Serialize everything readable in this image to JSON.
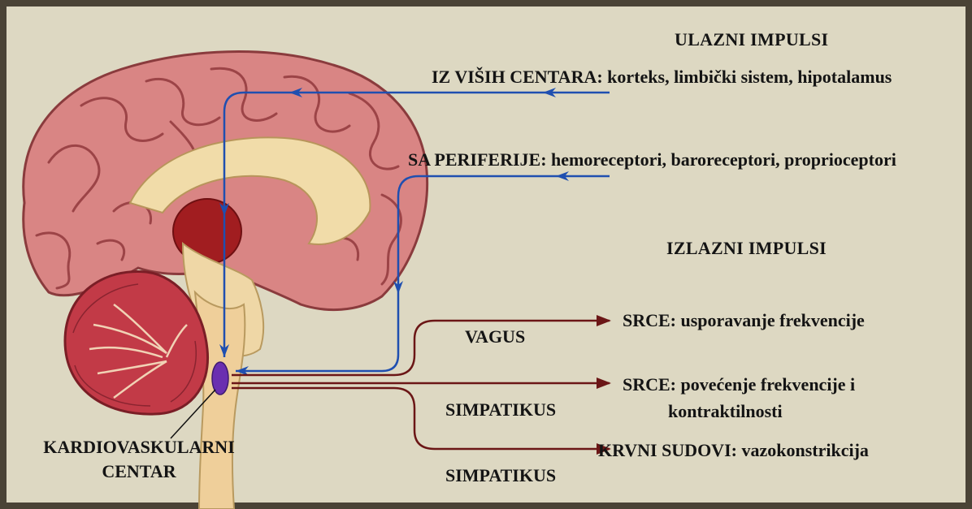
{
  "headings": {
    "input": "ULAZNI IMPULSI",
    "output": "IZLAZNI IMPULSI"
  },
  "inputs": {
    "higher_centers": "IZ VIŠIH CENTARA: korteks, limbički sistem, hipotalamus",
    "periphery": "SA PERIFERIJE: hemoreceptori, baroreceptori, proprioceptori"
  },
  "center_label": {
    "line1": "KARDIOVASKULARNI",
    "line2": "CENTAR"
  },
  "nerves": {
    "vagus": "VAGUS",
    "sympathetic_1": "SIMPATIKUS",
    "sympathetic_2": "SIMPATIKUS"
  },
  "outputs": {
    "heart_slow": "SRCE: usporavanje frekvencije",
    "heart_fast_line1": "SRCE: povećenje frekvencije i",
    "heart_fast_line2": "kontraktilnosti",
    "vessels": "KRVNI SUDOVI: vazokonstrikcija"
  },
  "colors": {
    "input_arrow": "#1f4fb0",
    "output_arrow": "#6b1616",
    "center_node": "#6a2fb0",
    "background": "#ddd8c2",
    "frame": "#4a4336"
  }
}
